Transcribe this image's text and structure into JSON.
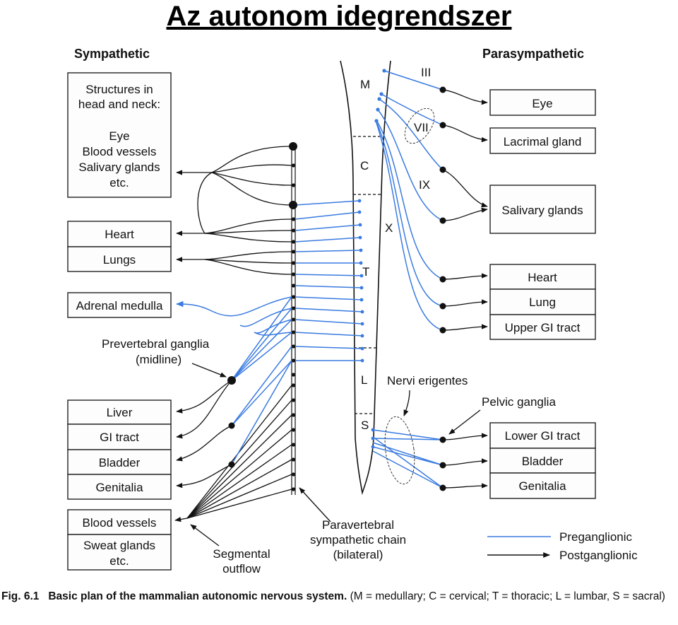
{
  "title": "Az autonom idegrendszer",
  "headings": {
    "sympathetic": "Sympathetic",
    "parasympathetic": "Parasympathetic"
  },
  "sympathetic_targets": {
    "head": [
      "Structures in",
      "head and neck:",
      "Eye",
      "Blood vessels",
      "Salivary glands",
      "etc."
    ],
    "heart": "Heart",
    "lungs": "Lungs",
    "adrenal": "Adrenal medulla",
    "liver": "Liver",
    "gi": "GI tract",
    "bladder": "Bladder",
    "genitalia": "Genitalia",
    "blood_vessels": "Blood vessels",
    "sweat": [
      "Sweat glands",
      "etc."
    ]
  },
  "parasympathetic_targets": {
    "eye": "Eye",
    "lacrimal": "Lacrimal gland",
    "salivary": "Salivary glands",
    "heart": "Heart",
    "lung": "Lung",
    "upper_gi": "Upper GI tract",
    "lower_gi": "Lower GI tract",
    "bladder": "Bladder",
    "genitalia": "Genitalia"
  },
  "cord_regions": {
    "m": "M",
    "c": "C",
    "t": "T",
    "l": "L",
    "s": "S"
  },
  "nerves": {
    "iii": "III",
    "vii": "VII",
    "ix": "IX",
    "x": "X"
  },
  "labels": {
    "prevertebral": [
      "Prevertebral ganglia",
      "(midline)"
    ],
    "nervi": "Nervi erigentes",
    "pelvic": "Pelvic ganglia",
    "paravertebral": [
      "Paravertebral",
      "sympathetic chain",
      "(bilateral)"
    ],
    "segmental": [
      "Segmental",
      "outflow"
    ]
  },
  "legend": {
    "pre": "Preganglionic",
    "post": "Postganglionic"
  },
  "colors": {
    "preganglionic": "#3a7be0",
    "postganglionic": "#111111"
  },
  "caption": {
    "fig": "Fig. 6.1",
    "bold": "Basic plan of the mammalian autonomic nervous system.",
    "rest": "(M = medullary; C = cervical; T = thoracic; L = lumbar, S = sacral)"
  }
}
